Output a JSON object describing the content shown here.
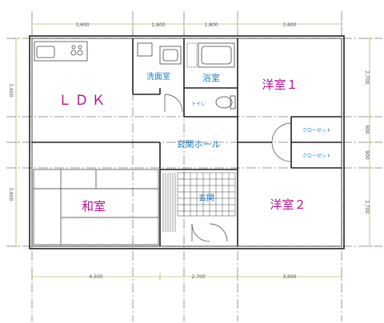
{
  "dimensions": {
    "top": [
      "3,600",
      "1,800",
      "1,800",
      "3,600"
    ],
    "bottom": [
      "4,500",
      "2,700",
      "3,600"
    ],
    "left": [
      "3,600",
      "3,600"
    ],
    "right": [
      "2,700",
      "900",
      "900",
      "2,700"
    ]
  },
  "rooms": {
    "ldk": "ＬＤＫ",
    "washroom": "洗面室",
    "bath": "浴室",
    "toilet": "トイレ",
    "western1": "洋室１",
    "closet1": "クローゼット",
    "closet2": "クローゼット",
    "hall": "玄関ホール",
    "japanese": "和室",
    "entrance": "玄関",
    "western2": "洋室２"
  }
}
